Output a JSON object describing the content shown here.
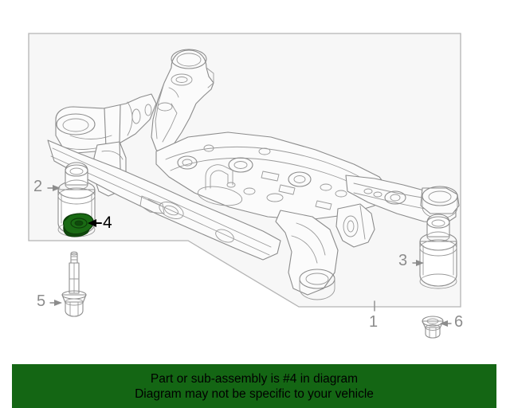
{
  "diagram": {
    "title": "Rear suspension crossmember / subframe exploded parts diagram",
    "panel": {
      "background_color": "#f7f7f7",
      "border_color": "#b4b4b4",
      "line_color": "#8c8c8c"
    },
    "highlight_color": "#1a6b14",
    "highlight_part_number": "4",
    "callouts": [
      {
        "id": "1",
        "label": "1",
        "part_name": "crossmember-subframe",
        "highlighted": false,
        "color": "#8c8c8c"
      },
      {
        "id": "2",
        "label": "2",
        "part_name": "front-bushing",
        "highlighted": false,
        "color": "#8c8c8c"
      },
      {
        "id": "3",
        "label": "3",
        "part_name": "rear-bushing",
        "highlighted": false,
        "color": "#8c8c8c"
      },
      {
        "id": "4",
        "label": "4",
        "part_name": "washer-plate",
        "highlighted": true,
        "color": "#000000"
      },
      {
        "id": "5",
        "label": "5",
        "part_name": "mounting-bolt",
        "highlighted": false,
        "color": "#8c8c8c"
      },
      {
        "id": "6",
        "label": "6",
        "part_name": "flange-nut",
        "highlighted": false,
        "color": "#8c8c8c"
      }
    ]
  },
  "footer": {
    "background_color": "#146614",
    "text_color": "#000000",
    "line1": "Part or sub-assembly is #4 in diagram",
    "line2": "Diagram may not be specific to your vehicle"
  }
}
